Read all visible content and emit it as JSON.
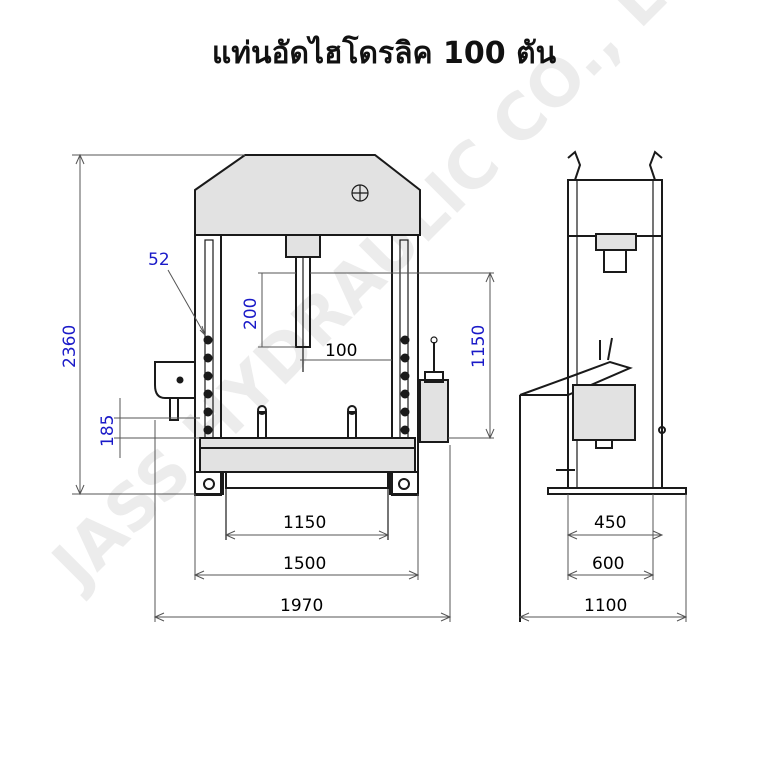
{
  "title": "แท่นอัดไฮโดรลิค 100 ตัน",
  "watermark": "JASS HYDRAULIC CO., LTD.",
  "front_view": {
    "overall_height": "2360",
    "hole_pitch": "52",
    "stroke": "200",
    "pin_dia": "100",
    "daylight": "1150",
    "bed_gap": "185",
    "bed_width": "1150",
    "frame_width": "1500",
    "overall_width": "1970"
  },
  "side_view": {
    "bed_depth": "450",
    "frame_depth": "600",
    "overall_depth": "1100"
  },
  "colors": {
    "line": "#1a1a1a",
    "dim_text_blue": "#1a1ac8",
    "panel_fill": "#e2e2e2"
  }
}
